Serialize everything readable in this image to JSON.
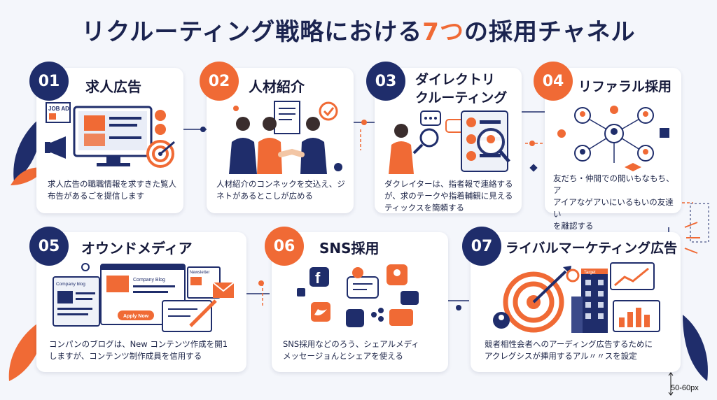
{
  "title": {
    "prefix": "リクルーティング戦略における",
    "accent": "7つ",
    "suffix": "の採用チャネル"
  },
  "channels": [
    {
      "number": "01",
      "title": "求人広告",
      "description": "求人広告の職職情報を求すきた覧人\n布告があるごを提信します",
      "illustration_text": [
        "JOB AD"
      ]
    },
    {
      "number": "02",
      "title": "人材紹介",
      "description": "人材紹介のコンネックを交込え、ジ\nネトがあるとこしが広める",
      "illustration_text": []
    },
    {
      "number": "03",
      "title": "ダイレクトリ\nクルーティング",
      "description": "ダクレイターは、指者報で連絡するが、求のテークや指着輔観に見える\nティックスを簡頼する",
      "illustration_text": []
    },
    {
      "number": "04",
      "title": "リファラル採用",
      "description": "友だち・仲間での間いもなもち、ア\nアイアなゲアいにいるもいの友達い\nを離認する",
      "illustration_text": []
    },
    {
      "number": "05",
      "title": "オウンドメディア",
      "description": "コンパンのブログは、New コンテンツ作成を開1\nしますが、コンテンツ制作成員を信用する",
      "illustration_text": [
        "Company blog",
        "Company Blog",
        "Newsletter",
        "Apply Now"
      ]
    },
    {
      "number": "06",
      "title": "SNS採用",
      "description": "SNS採用などのろう、シェアルメディ\nメッセージョんとシェアを使える",
      "illustration_text": []
    },
    {
      "number": "07",
      "title": "ライバルマーケティング広告",
      "description": "競者相性会者へのアーディング広告するために\nアクレグシスが挿用するアル〃〃スを設定",
      "illustration_text": [
        "Target"
      ]
    }
  ],
  "dimension_note": "50-60px",
  "colors": {
    "navy": "#1f2d6b",
    "orange": "#f06a35",
    "background": "#f4f6fb"
  }
}
